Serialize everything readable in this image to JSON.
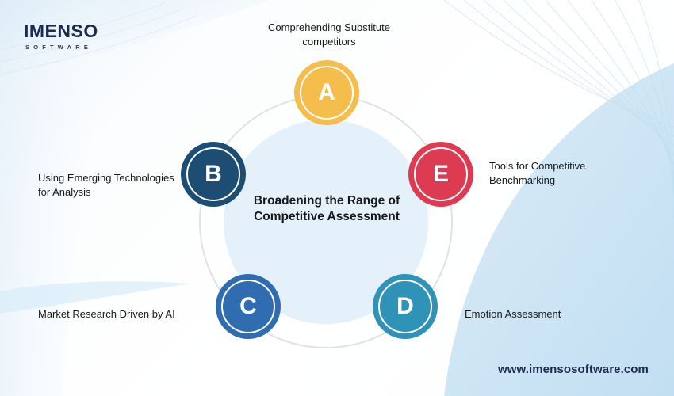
{
  "brand": {
    "logo_main": "IMENSO",
    "logo_sub": "SOFTWARE",
    "logo_color": "#1d2b52"
  },
  "diagram": {
    "center_title": "Broadening the Range of Competitive Assessment",
    "ring_color": "#e1e2e4",
    "inner_circle_color": "#e4f1fb",
    "nodes": [
      {
        "key": "A",
        "letter": "A",
        "label": "Comprehending Substitute competitors",
        "color": "#f5be4c",
        "position": "top"
      },
      {
        "key": "B",
        "letter": "B",
        "label": "Using Emerging Technologies for Analysis",
        "color": "#1d4d73",
        "position": "left-upper"
      },
      {
        "key": "C",
        "letter": "C",
        "label": "Market Research Driven by AI",
        "color": "#2f6cb0",
        "position": "left-lower"
      },
      {
        "key": "D",
        "letter": "D",
        "label": "Emotion Assessment",
        "color": "#2f93b8",
        "position": "right-lower"
      },
      {
        "key": "E",
        "letter": "E",
        "label": "Tools for Competitive Benchmarking",
        "color": "#dc3b52",
        "position": "right-upper"
      }
    ]
  },
  "footer": {
    "url": "www.imensosoftware.com"
  },
  "background": {
    "base_gradient_start": "#eef5fb",
    "base_gradient_end": "#ffffff",
    "accent_curve_color": "#bfdcf0",
    "line_pattern_color": "#d8eaf4"
  }
}
